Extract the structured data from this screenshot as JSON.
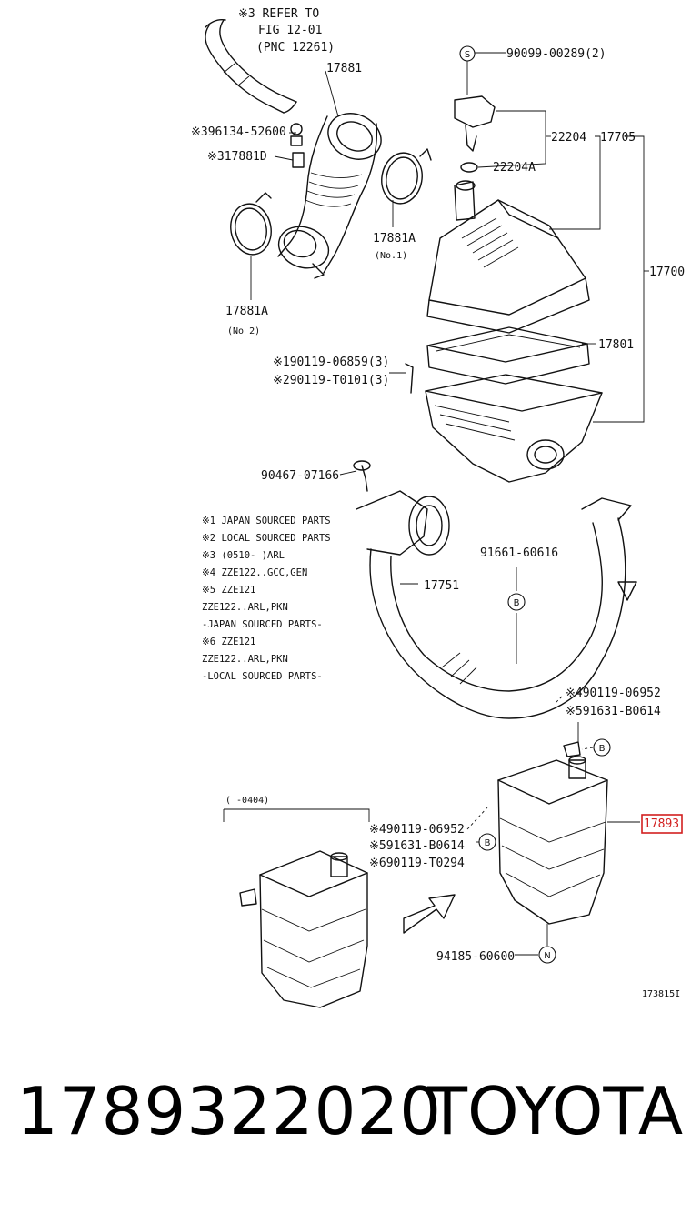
{
  "diagram": {
    "refer_note": {
      "line1": "※3 REFER TO",
      "line2": "FIG 12-01",
      "line3": "(PNC 12261)"
    },
    "labels": {
      "p17881": "17881",
      "p96134": "※396134-52600",
      "p17881D": "※317881D",
      "p17881A_no2": "17881A",
      "no2": "(No 2)",
      "p17881A_no1": "17881A",
      "no1": "(No.1)",
      "p90099": "90099-00289(2)",
      "p22204": "22204",
      "p17705": "17705",
      "p22204A": "22204A",
      "p17700": "17700",
      "p17801": "17801",
      "p190119": "※190119-06859(3)",
      "p290119": "※290119-T0101(3)",
      "p90467": "90467-07166",
      "p17751": "17751",
      "p91661": "91661-60616",
      "p490119_a": "※490119-06952",
      "p591631_a": "※591631-B0614",
      "p17893": "17893",
      "p490119_b": "※490119-06952",
      "p591631_b": "※591631-B0614",
      "p690119": "※690119-T0294",
      "p94185": "94185-60600",
      "date_range": "(      -0404)",
      "figure_id": "173815I"
    },
    "notes": [
      "※1  JAPAN SOURCED PARTS",
      "※2  LOCAL SOURCED PARTS",
      "※3  (0510-     )ARL",
      "※4  ZZE122..GCC,GEN",
      "※5  ZZE121",
      "     ZZE122..ARL,PKN",
      "     -JAPAN SOURCED PARTS-",
      "※6  ZZE121",
      "     ZZE122..ARL,PKN",
      "     -LOCAL SOURCED PARTS-"
    ],
    "callouts": {
      "s": "S",
      "b1": "B",
      "b2": "B",
      "b3": "B",
      "n": "N"
    },
    "highlight_color": "#d21f1f"
  },
  "footer": {
    "part_number": "1789322020",
    "brand": "TOYOTA"
  }
}
